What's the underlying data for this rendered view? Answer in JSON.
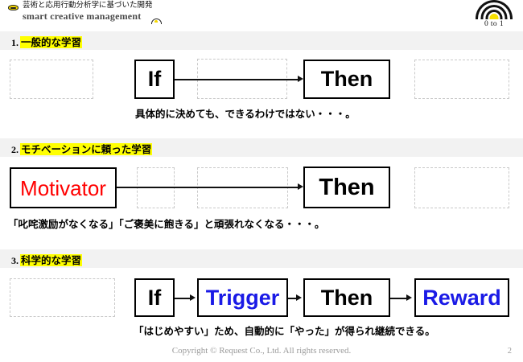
{
  "header": {
    "tagline_jp": "芸術と応用行動分析学に基づいた開発",
    "tagline_en": "smart creative management",
    "logo_caption": "0 to 1",
    "logo_icon": "concentric-arcs-target-icon",
    "brand_icon": "yellow-crown-icon",
    "accent_yellow": "#f7e000"
  },
  "sections": [
    {
      "number": "1.",
      "title": "一般的な学習",
      "highlight_color": "#ffff00",
      "boxes": [
        {
          "label": "",
          "style": "dashed",
          "color": "#c9c9c9"
        },
        {
          "label": "If",
          "style": "solid",
          "color": "#000000"
        },
        {
          "label": "",
          "style": "dashed",
          "color": "#c9c9c9"
        },
        {
          "label": "Then",
          "style": "solid",
          "color": "#000000"
        },
        {
          "label": "",
          "style": "dashed",
          "color": "#c9c9c9"
        }
      ],
      "caption": "具体的に決めても、できるわけではない・・・。"
    },
    {
      "number": "2.",
      "title": "モチベーションに頼った学習",
      "highlight_color": "#ffff00",
      "boxes": [
        {
          "label": "Motivator",
          "style": "solid",
          "color": "#ff0000"
        },
        {
          "label": "",
          "style": "dashed",
          "color": "#c9c9c9"
        },
        {
          "label": "",
          "style": "dashed",
          "color": "#c9c9c9"
        },
        {
          "label": "Then",
          "style": "solid",
          "color": "#000000"
        },
        {
          "label": "",
          "style": "dashed",
          "color": "#c9c9c9"
        }
      ],
      "caption": "「叱咤激励がなくなる」「ご褒美に飽きる」と頑張れなくなる・・・。"
    },
    {
      "number": "3.",
      "title": "科学的な学習",
      "highlight_color": "#ffff00",
      "boxes": [
        {
          "label": "",
          "style": "dashed",
          "color": "#c9c9c9"
        },
        {
          "label": "If",
          "style": "solid",
          "color": "#000000"
        },
        {
          "label": "Trigger",
          "style": "solid",
          "color": "#1a1ae6"
        },
        {
          "label": "Then",
          "style": "solid",
          "color": "#000000"
        },
        {
          "label": "Reward",
          "style": "solid",
          "color": "#1a1ae6"
        }
      ],
      "caption": "「はじめやすい」ため、自動的に「やった」が得られ継続できる。"
    }
  ],
  "footer": {
    "copyright": "Copyright © Request Co., Ltd.  All rights reserved.",
    "page_number": "2"
  }
}
